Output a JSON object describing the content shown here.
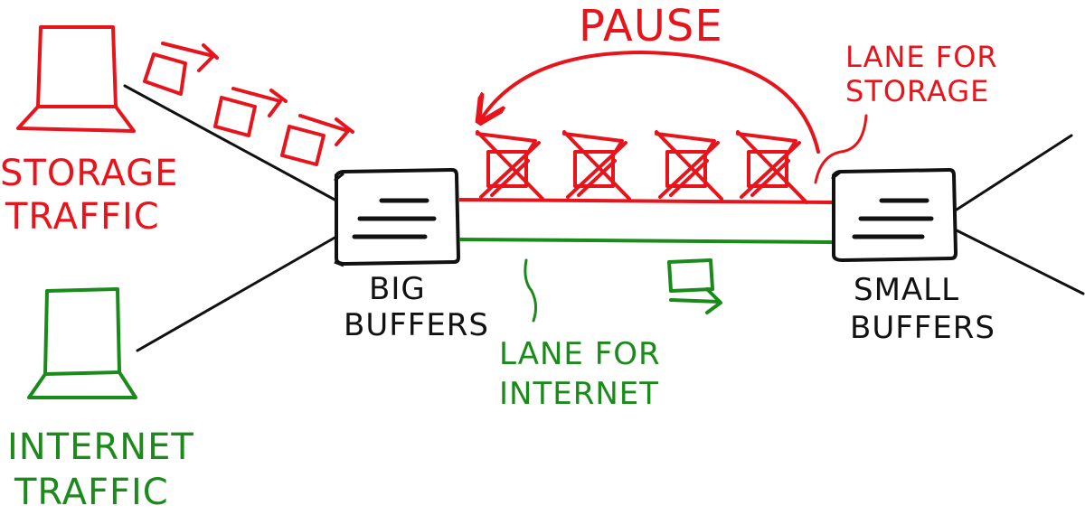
{
  "colors": {
    "storage": "#e8141c",
    "internet": "#1a8a1a",
    "ink": "#111111"
  },
  "labels": {
    "storage_traffic": [
      "STORAGE",
      "TRAFFIC"
    ],
    "internet_traffic": [
      "INTERNET",
      "TRAFFIC"
    ],
    "pause": "PAUSE",
    "lane_storage": [
      "LANE FOR",
      "STORAGE"
    ],
    "lane_internet": [
      "LANE FOR",
      "INTERNET"
    ],
    "big_buffers": [
      "BIG",
      "BUFFERS"
    ],
    "small_buffers": [
      "SMALL",
      "BUFFERS"
    ]
  },
  "icons": {
    "storage_computer": "laptop-icon",
    "internet_computer": "laptop-icon",
    "left_switch": "switch-icon",
    "right_switch": "switch-icon",
    "packet": "packet-icon"
  }
}
